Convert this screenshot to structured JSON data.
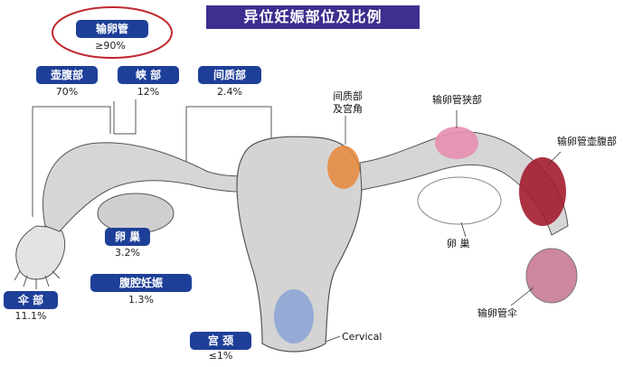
{
  "title": "异位妊娠部位及比例",
  "highlight": {
    "label": "输卵管",
    "value": "≥90%"
  },
  "categories": [
    {
      "label": "壶腹部",
      "value": "70%"
    },
    {
      "label": "峡 部",
      "value": "12%"
    },
    {
      "label": "间质部",
      "value": "2.4%"
    },
    {
      "label": "卵 巢",
      "value": "3.2%"
    },
    {
      "label": "伞 部",
      "value": "11.1%"
    },
    {
      "label": "腹腔妊娠",
      "value": "1.3%"
    },
    {
      "label": "宫 颈",
      "value": "≤1%"
    }
  ],
  "anatomy_labels": {
    "interstitial_cornual_line1": "间质部",
    "interstitial_cornual_line2": "及宫角",
    "isthmus": "输卵管狭部",
    "ampulla": "输卵管壶腹部",
    "ovary": "卵 巢",
    "fimbriae": "输卵管伞",
    "cervical": "Cervical"
  },
  "colors": {
    "title_bg": "#3d2f8e",
    "pill_bg": "#1e3f98",
    "highlight_ring": "#c0282d",
    "tissue": "#d9d9d9",
    "interstitial": "#e8873a",
    "isthmus": "#e58fb0",
    "ampulla": "#a31c2e",
    "cervical_mark": "#6b8fd6"
  }
}
